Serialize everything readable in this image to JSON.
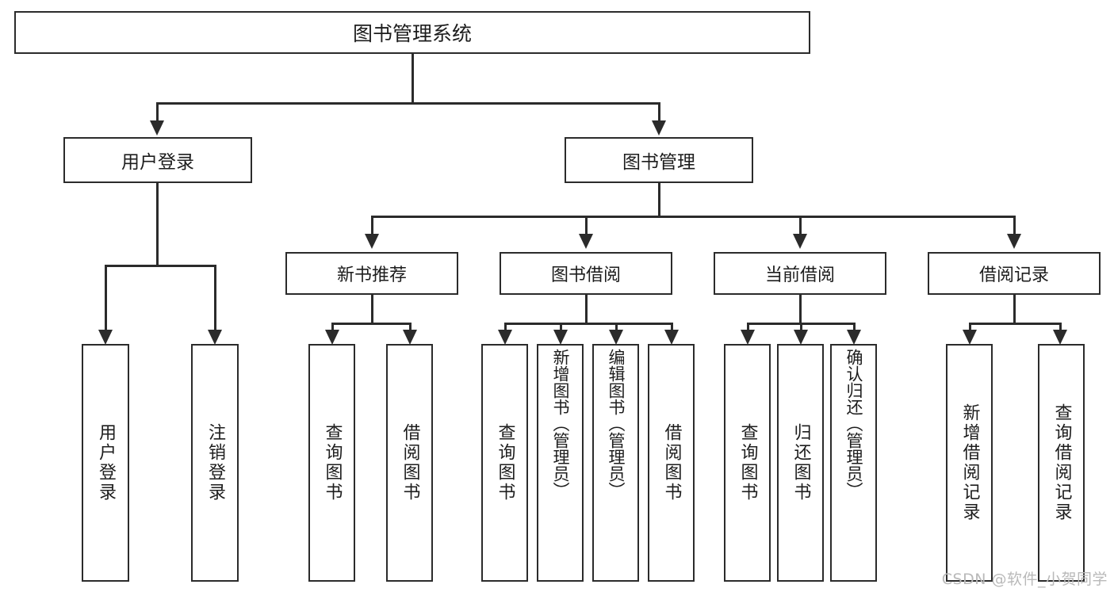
{
  "diagram": {
    "type": "tree-hierarchy",
    "title": "图书管理系统",
    "watermark": "CSDN @软件_小贺同学",
    "colors": {
      "stroke": "#2b2b2b",
      "fill": "#ffffff",
      "text": "#1d1d1d",
      "watermark": "#b9b9b9"
    },
    "levels": {
      "root": {
        "label": "图书管理系统"
      },
      "level2": [
        {
          "id": "user-login",
          "label": "用户登录"
        },
        {
          "id": "book-manage",
          "label": "图书管理"
        }
      ],
      "level3": [
        {
          "id": "new-book-rec",
          "label": "新书推荐",
          "parent": "book-manage"
        },
        {
          "id": "book-borrow",
          "label": "图书借阅",
          "parent": "book-manage"
        },
        {
          "id": "current-borrow",
          "label": "当前借阅",
          "parent": "book-manage"
        },
        {
          "id": "borrow-record",
          "label": "借阅记录",
          "parent": "book-manage"
        }
      ],
      "leaves": [
        {
          "id": "leaf-user-login",
          "label": "用户登录",
          "parent": "user-login"
        },
        {
          "id": "leaf-user-logout",
          "label": "注销登录",
          "parent": "user-login"
        },
        {
          "id": "leaf-query-book-1",
          "label": "查询图书",
          "parent": "new-book-rec"
        },
        {
          "id": "leaf-borrow-book-1",
          "label": "借阅图书",
          "parent": "new-book-rec"
        },
        {
          "id": "leaf-query-book-2",
          "label": "查询图书",
          "parent": "book-borrow"
        },
        {
          "id": "leaf-add-book",
          "label": "新增图书（管理员）",
          "parent": "book-borrow"
        },
        {
          "id": "leaf-edit-book",
          "label": "编辑图书（管理员）",
          "parent": "book-borrow"
        },
        {
          "id": "leaf-borrow-book-2",
          "label": "借阅图书",
          "parent": "book-borrow"
        },
        {
          "id": "leaf-query-book-3",
          "label": "查询图书",
          "parent": "current-borrow"
        },
        {
          "id": "leaf-return-book",
          "label": "归还图书",
          "parent": "current-borrow"
        },
        {
          "id": "leaf-confirm-return",
          "label": "确认归还（管理员）",
          "parent": "current-borrow"
        },
        {
          "id": "leaf-add-record",
          "label": "新增借阅记录",
          "parent": "borrow-record"
        },
        {
          "id": "leaf-query-record",
          "label": "查询借阅记录",
          "parent": "borrow-record"
        }
      ]
    }
  }
}
